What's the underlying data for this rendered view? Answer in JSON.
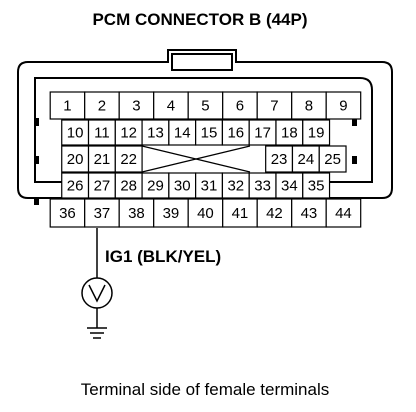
{
  "title": "PCM CONNECTOR B (44P)",
  "caption": "Terminal side of female terminals",
  "probe_label": "IG1 (BLK/YEL)",
  "highlighted_terminal": "37",
  "meter_symbol": "V",
  "rows": [
    [
      "1",
      "2",
      "3",
      "4",
      "5",
      "6",
      "7",
      "8",
      "9"
    ],
    [
      "10",
      "11",
      "12",
      "13",
      "14",
      "15",
      "16",
      "17",
      "18",
      "19"
    ],
    [
      "20",
      "21",
      "22",
      "",
      "23",
      "24",
      "25"
    ],
    [
      "26",
      "27",
      "28",
      "29",
      "30",
      "31",
      "32",
      "33",
      "34",
      "35"
    ],
    [
      "36",
      "37",
      "38",
      "39",
      "40",
      "41",
      "42",
      "43",
      "44"
    ]
  ]
}
